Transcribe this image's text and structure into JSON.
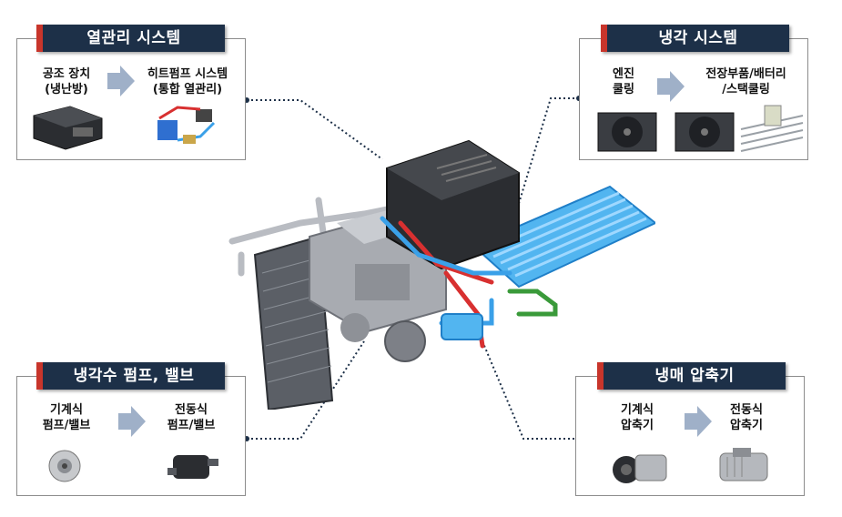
{
  "panels": {
    "thermal": {
      "title": "열관리 시스템",
      "left_label": [
        "공조 장치",
        "(냉난방)"
      ],
      "right_label": [
        "히트펌프 시스템",
        "(통합 열관리)"
      ]
    },
    "cooling": {
      "title": "냉각 시스템",
      "left_label": [
        "엔진",
        "쿨링"
      ],
      "right_label": [
        "전장부품/배터리",
        "/스택쿨링"
      ]
    },
    "pump": {
      "title": "냉각수 펌프, 밸브",
      "left_label": [
        "기계식",
        "펌프/밸브"
      ],
      "right_label": [
        "전동식",
        "펌프/밸브"
      ]
    },
    "compressor": {
      "title": "냉매 압축기",
      "left_label": [
        "기계식",
        "압축기"
      ],
      "right_label": [
        "전동식",
        "압축기"
      ]
    }
  },
  "colors": {
    "title_bg": "#1d3048",
    "title_accent": "#c8352b",
    "arrow": "#9fb0c8",
    "connector": "#1d3048",
    "coolant_blue": "#3aa0e8",
    "coolant_red": "#d83030",
    "coolant_green": "#3a9a3a"
  }
}
